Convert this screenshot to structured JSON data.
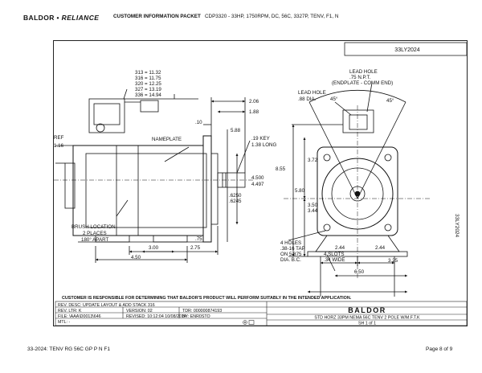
{
  "header": {
    "logo_main": "BALDOR",
    "logo_sep": " • ",
    "logo_sub": "RELIANCE",
    "packet_label": "CUSTOMER INFORMATION PACKET",
    "description": "CDP3320 - 33HP, 1750RPM, DC, 56C, 3327P, TENV, F1, N"
  },
  "drawing": {
    "number_box": "33LY2024",
    "side_number": "33LY2024",
    "dims": {
      "len_313": "313 = 11.32",
      "len_316": "316 = 11.75",
      "len_320": "320 = 12.25",
      "len_327": "327 = 13.19",
      "len_336": "336 = 14.94",
      "d_206": "2.06",
      "d_188": "1.88",
      "d_10": ".10",
      "d_588": "5.88",
      "ref": "REF",
      "d_116": "1.16",
      "nameplate": "NAMEPLATE",
      "key_1": ".19 KEY",
      "key_2": "1.38 LONG",
      "pilot_1": "4.500",
      "pilot_2": "4.497",
      "shaft_1": ".6250",
      "shaft_2": ".6245",
      "brush_1": "BRUSH LOCATION",
      "brush_2": "2 PLACES",
      "brush_3": "180° APART",
      "d_75": ".75",
      "d_300": "3.00",
      "d_275": "2.75",
      "d_450": "4.50",
      "lead_r1": "LEAD HOLE",
      "lead_r2": ".75 N.P.T.",
      "lead_r3": "(ENDPLATE - COMM END)",
      "lead_l1": "LEAD HOLE",
      "lead_l2": ".88 DIA.",
      "ang_l": "45°",
      "ang_r": "45°",
      "d_372": "3.72",
      "d_855": "8.55",
      "d_580": "5.80",
      "d_350": "3.50",
      "d_344": "3.44",
      "holes_1": "4 HOLES",
      "holes_2": ".38-16 TAP",
      "holes_3": "ON 5.875",
      "holes_4": "DIA. B.C.",
      "slots_1": "4 SLOTS",
      "slots_2": ".34 WIDE",
      "d_244a": "2.44",
      "d_244b": "2.44",
      "d_325": "3.25",
      "d_650": "6.50"
    },
    "disclaimer": "CUSTOMER IS RESPONSIBLE FOR DETERMINING THAT BALDOR'S PRODUCT WILL PERFORM SUITABLY IN THE INTENDED APPLICATION.",
    "title_block": {
      "rev_desc": "REV. DESC:  UPDATE LAYOUT & ADD STACK 316",
      "rev_ltr": "REV. LTR:  K",
      "version": "VERSION: 02",
      "tdr": "TDR: 000000874193",
      "file": "FILE: \\AAA\\D0013\\646",
      "revised": "REVISED: 10:12:04  10/08/2014",
      "by": "BY: ENR0STO",
      "mtl": "MTL:  -",
      "company": "BALDOR",
      "title": "STD HORZ 33PM NEMA 56C TENV 2 POLE W/M.F.T.K",
      "sheet": "SH 1 of 1"
    }
  },
  "footer": {
    "left": "33-2024: TENV RG 56C GP P N F1",
    "right": "Page 8 of 9"
  }
}
